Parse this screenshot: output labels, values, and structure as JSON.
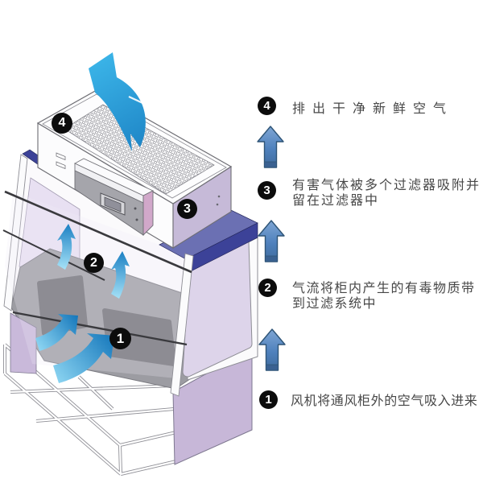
{
  "cabinet": {
    "badges": [
      "1",
      "2",
      "3",
      "4"
    ]
  },
  "legend": {
    "items": [
      {
        "num": "4",
        "lines": [
          "排出干净新鲜空气"
        ]
      },
      {
        "num": "3",
        "lines": [
          "有害气体被多个过滤器吸附并",
          "留在过滤器中"
        ]
      },
      {
        "num": "2",
        "lines": [
          "气流将柜内产生的有毒物质带",
          "到过滤系统中"
        ]
      },
      {
        "num": "1",
        "lines": [
          "风机将通风柜外的空气吸入进来"
        ]
      }
    ]
  },
  "icons": {
    "exhaust_arrow": "curved-swoosh-up-left",
    "chamber_arrows": "small-tapered-up-arrow",
    "intake_arrows": "curved-swoosh-up-right",
    "legend_arrow": "block-arrow-up"
  },
  "colors": {
    "flow_cyan": "#29abe2",
    "flow_deep_blue": "#1577bb",
    "legend_arrow_fill": "#4f81bd",
    "legend_arrow_border": "#2e5476",
    "navy_band": "#3c4298",
    "navy_band_light": "#6b70b3",
    "side_panel_lavender": "#c7b7d8",
    "window_lavender": "#ddd4ea",
    "worktop_gray": "#9c9ca2",
    "badge_black": "#0c0c0c",
    "label_text": "#474747"
  }
}
